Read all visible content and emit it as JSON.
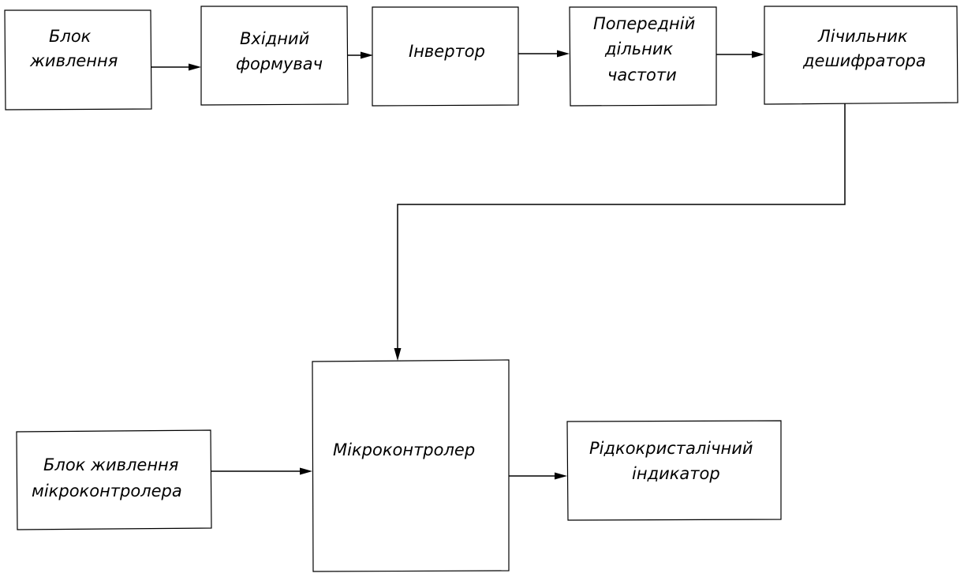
{
  "blocks": {
    "power_supply": {
      "line1": "Блок",
      "line2": "живлення"
    },
    "input_shaper": {
      "line1": "Вхідний",
      "line2": "формувач"
    },
    "inverter": {
      "line1": "Інвертор"
    },
    "pre_divider": {
      "line1": "Попередній",
      "line2": "дільник",
      "line3": "частоти"
    },
    "decoder_counter": {
      "line1": "Лічильник",
      "line2": "дешифратора"
    },
    "mcu_power": {
      "line1": "Блок живлення",
      "line2": "мікроконтролера"
    },
    "microcontroller": {
      "line1": "Мікроконтролер"
    },
    "lcd": {
      "line1": "Рідкокристалічний",
      "line2": "індикатор"
    }
  },
  "style": {
    "stroke_color": "#000000",
    "background_color": "#ffffff"
  }
}
